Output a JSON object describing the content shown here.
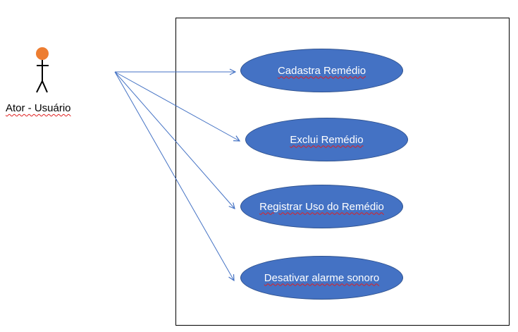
{
  "actor": {
    "name": "Ator - Usuário",
    "head_color": "#ed7d31"
  },
  "use_cases": [
    {
      "label": "Cadastra Remédio"
    },
    {
      "label": "Exclui Remédio"
    },
    {
      "label": "Registrar Uso do Remédio"
    },
    {
      "label": "Desativar alarme sonoro"
    }
  ],
  "colors": {
    "use_case_fill": "#4472c4",
    "use_case_stroke": "#2f528f",
    "association_line": "#4472c4",
    "spellcheck_underline": "#e02020"
  }
}
